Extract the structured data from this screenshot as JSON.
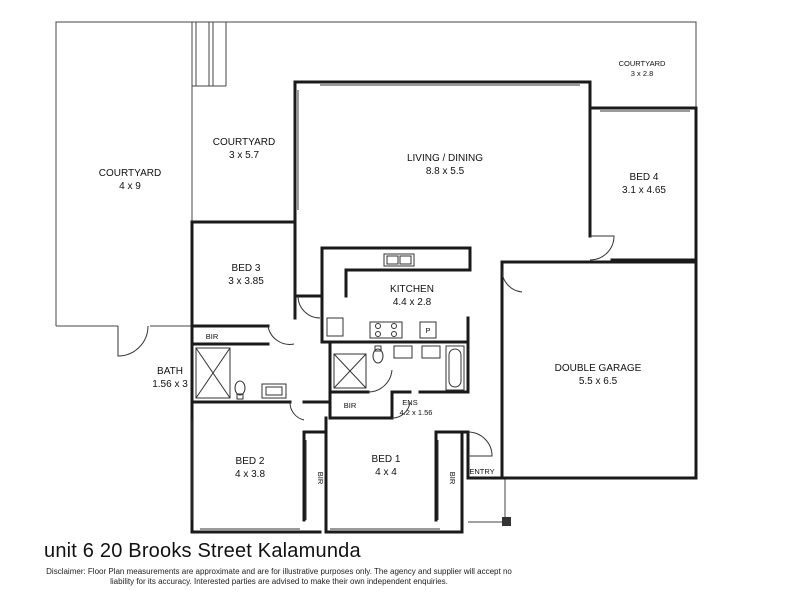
{
  "title": "unit 6 20 Brooks Street Kalamunda",
  "disclaimer": "Disclaimer: Floor Plan measurements are approximate and are for illustrative purposes only. The agency and supplier will accept no liability for its accuracy. Interested parties are advised to make their own independent enquiries.",
  "rooms": {
    "courtyard_left": {
      "name": "COURTYARD",
      "size": "4 x 9"
    },
    "courtyard_mid": {
      "name": "COURTYARD",
      "size": "3 x 5.7"
    },
    "courtyard_right": {
      "name": "COURTYARD",
      "size": "3 x 2.8"
    },
    "living": {
      "name": "LIVING / DINING",
      "size": "8.8 x 5.5"
    },
    "bed4": {
      "name": "BED 4",
      "size": "3.1 x 4.65"
    },
    "bed3": {
      "name": "BED 3",
      "size": "3 x 3.85"
    },
    "kitchen": {
      "name": "KITCHEN",
      "size": "4.4 x 2.8"
    },
    "garage": {
      "name": "DOUBLE GARAGE",
      "size": "5.5 x 6.5"
    },
    "bath": {
      "name": "BATH",
      "size": "1.56 x 3"
    },
    "ens": {
      "name": "ENS",
      "size": "4.2 x 1.56"
    },
    "bed2": {
      "name": "BED 2",
      "size": "4 x 3.8"
    },
    "bed1": {
      "name": "BED 1",
      "size": "4 x 4"
    }
  },
  "small_labels": {
    "bir_bed3": "BIR",
    "bir_ens": "BIR",
    "bir_bed2": "BIR",
    "bir_bed1": "BIR",
    "pantry": "P",
    "entry": "ENTRY"
  }
}
